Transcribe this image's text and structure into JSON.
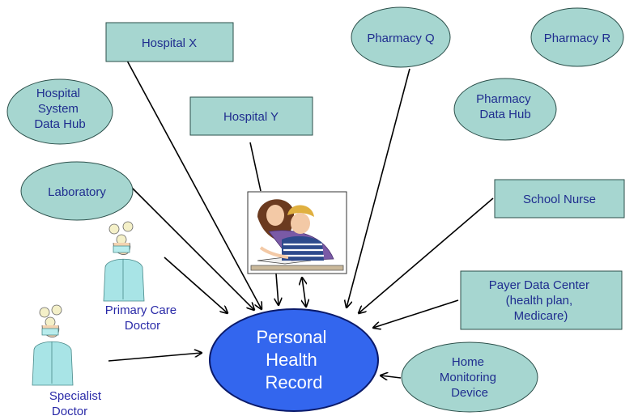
{
  "colors": {
    "box_fill": "#a6d6d0",
    "box_stroke": "#2b4f4a",
    "text": "#1f2d8f",
    "phr_fill": "#3366ee",
    "phr_stroke": "#0a1a6a",
    "phr_text": "#ffffff",
    "arrow": "#000000"
  },
  "nodes": {
    "hospital_x": {
      "lines": [
        "Hospital X"
      ]
    },
    "pharmacy_q": {
      "lines": [
        "Pharmacy Q"
      ]
    },
    "pharmacy_r": {
      "lines": [
        "Pharmacy R"
      ]
    },
    "hospital_system_data_hub": {
      "lines": [
        "Hospital",
        "System",
        "Data Hub"
      ]
    },
    "hospital_y": {
      "lines": [
        "Hospital Y"
      ]
    },
    "pharmacy_data_hub": {
      "lines": [
        "Pharmacy",
        "Data Hub"
      ]
    },
    "laboratory": {
      "lines": [
        "Laboratory"
      ]
    },
    "school_nurse": {
      "lines": [
        "School Nurse"
      ]
    },
    "payer_data_center": {
      "lines": [
        "Payer Data Center",
        "(health plan,",
        "Medicare)"
      ]
    },
    "primary_care_doctor": {
      "lines": [
        "Primary Care",
        "Doctor"
      ]
    },
    "specialist_doctor": {
      "lines": [
        "Specialist",
        "Doctor"
      ]
    },
    "home_monitoring_device": {
      "lines": [
        "Home",
        "Monitoring",
        "Device"
      ]
    },
    "personal_health_record": {
      "lines": [
        "Personal",
        "Health",
        "Record"
      ]
    }
  },
  "icons": {
    "patient_image": "parent-and-child-clipart",
    "doctor": "surgeon-clipart"
  }
}
